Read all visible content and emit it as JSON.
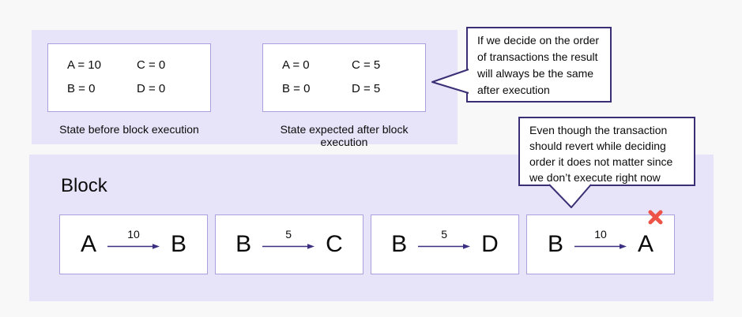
{
  "colors": {
    "panel_background": "#E7E3F8",
    "box_border": "#A9A0DF",
    "callout_border": "#3A2F75",
    "arrow": "#3A2F80",
    "reject_x": "#EE5348"
  },
  "states": [
    {
      "label": "State before block execution",
      "values": [
        "A = 10",
        "C = 0",
        "B = 0",
        "D = 0"
      ]
    },
    {
      "label": "State expected after block execution",
      "values": [
        "A = 0",
        "C = 5",
        "B = 0",
        "D = 5"
      ]
    }
  ],
  "callouts": [
    {
      "lines": [
        "If we decide on the order",
        "of transactions the result",
        "will always be the same",
        "after execution"
      ]
    },
    {
      "lines": [
        "Even though the transaction",
        "should revert while deciding",
        "order it does not matter since",
        "we don’t execute right now"
      ]
    }
  ],
  "block": {
    "title": "Block",
    "transactions": [
      {
        "from": "A",
        "amount": "10",
        "to": "B",
        "rejected": false
      },
      {
        "from": "B",
        "amount": "5",
        "to": "C",
        "rejected": false
      },
      {
        "from": "B",
        "amount": "5",
        "to": "D",
        "rejected": false
      },
      {
        "from": "B",
        "amount": "10",
        "to": "A",
        "rejected": true
      }
    ]
  }
}
